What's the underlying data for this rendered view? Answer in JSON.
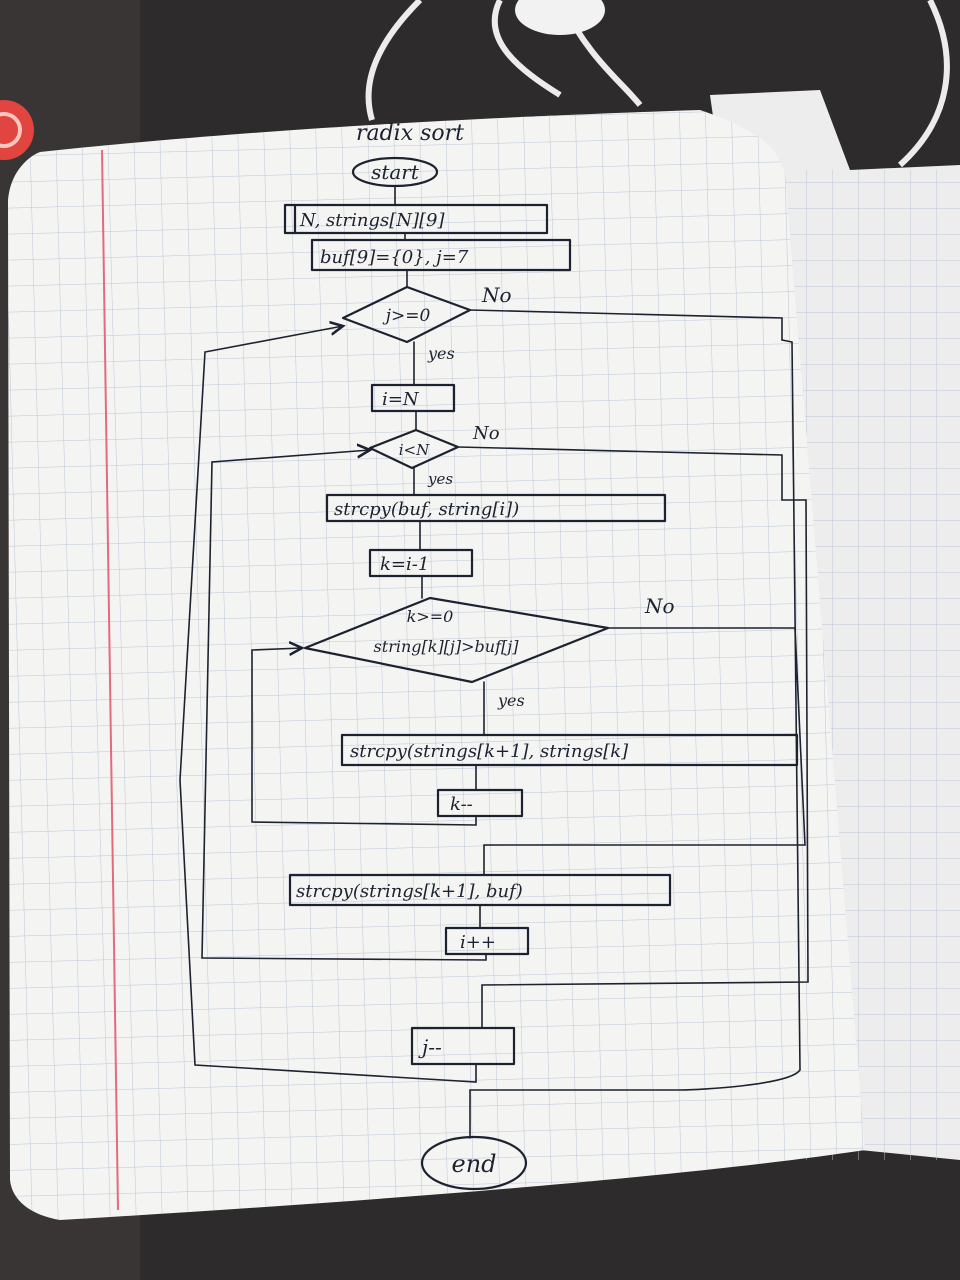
{
  "title": "radix sort",
  "nodes": {
    "start": "start",
    "input": "N, strings[N][9]",
    "init": "buf[9]={0}, j=7",
    "cond_j": "j>=0",
    "set_i": "i=N",
    "cond_i": "i<N",
    "copy_buf": "strcpy(buf, string[i])",
    "set_k": "k=i-1",
    "cond_k_line1": "k>=0",
    "cond_k_line2": "string[k][j]>buf[j]",
    "shift": "strcpy(strings[k+1], strings[k]",
    "dec_k": "k--",
    "place": "strcpy(strings[k+1], buf)",
    "inc_i": "i++",
    "dec_j": "j--",
    "end": "end"
  },
  "labels": {
    "no_j": "No",
    "yes_j": "yes",
    "no_i": "No",
    "yes_i": "yes",
    "no_k": "No",
    "yes_k": "yes"
  },
  "colors": {
    "ink": "#1d2230",
    "paper": "#f4f4f2",
    "grid": "#b9c4d6",
    "margin_line": "#e46a7e"
  }
}
